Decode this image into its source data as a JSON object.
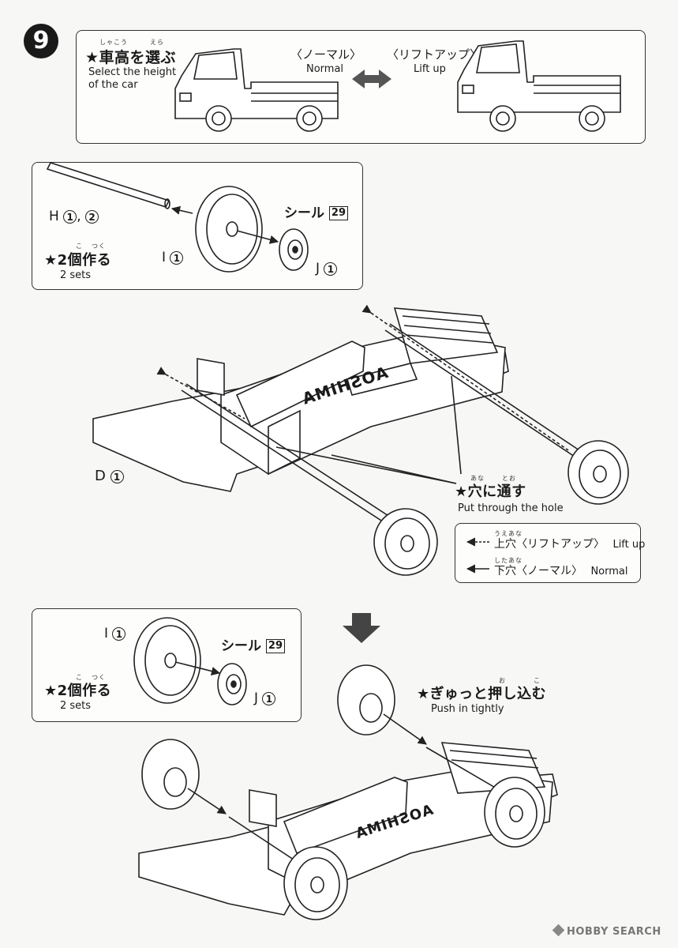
{
  "step": {
    "number": "9",
    "title": "車高を選ぶ",
    "title_ruby_1": "しゃこう",
    "title_ruby_2": "えら",
    "subtitle_line1": "Select the height",
    "subtitle_line2": "of the car",
    "normal_label_jp": "〈ノーマル〉",
    "normal_label_en": "Normal",
    "liftup_label_jp": "〈リフトアップ〉",
    "liftup_label_en": "Lift up"
  },
  "inset_top": {
    "part_h": "H",
    "part_h_num1": "1",
    "part_h_sep": ",",
    "part_h_num2": "2",
    "make_two_jp": "★2個作る",
    "make_two_ruby_1": "こ",
    "make_two_ruby_2": "つく",
    "make_two_en": "2 sets",
    "part_i": "I",
    "part_i_num": "1",
    "seal_label": "シール",
    "seal_num": "29",
    "part_j": "J",
    "part_j_num": "1"
  },
  "main": {
    "part_d": "D",
    "part_d_num": "1",
    "through_hole_jp": "★穴に通す",
    "through_hole_ruby_1": "あな",
    "through_hole_ruby_2": "とお",
    "through_hole_en": "Put through the hole",
    "chassis_text": "AOSHIMA",
    "legend_upper_ruby": "うえあな",
    "legend_upper_jp": "上穴〈リフトアップ〉",
    "legend_upper_en": "Lift up",
    "legend_lower_ruby": "したあな",
    "legend_lower_jp": "下穴〈ノーマル〉",
    "legend_lower_en": "Normal"
  },
  "inset_bottom": {
    "part_i": "I",
    "part_i_num": "1",
    "seal_label": "シール",
    "seal_num": "29",
    "part_j": "J",
    "part_j_num": "1",
    "make_two_jp": "★2個作る",
    "make_two_ruby_1": "こ",
    "make_two_ruby_2": "つく",
    "make_two_en": "2 sets"
  },
  "bottom": {
    "push_in_jp": "★ぎゅっと押し込む",
    "push_in_ruby_1": "お",
    "push_in_ruby_2": "こ",
    "push_in_en": "Push in tightly"
  },
  "watermark": {
    "text": "HOBBY SEARCH"
  }
}
